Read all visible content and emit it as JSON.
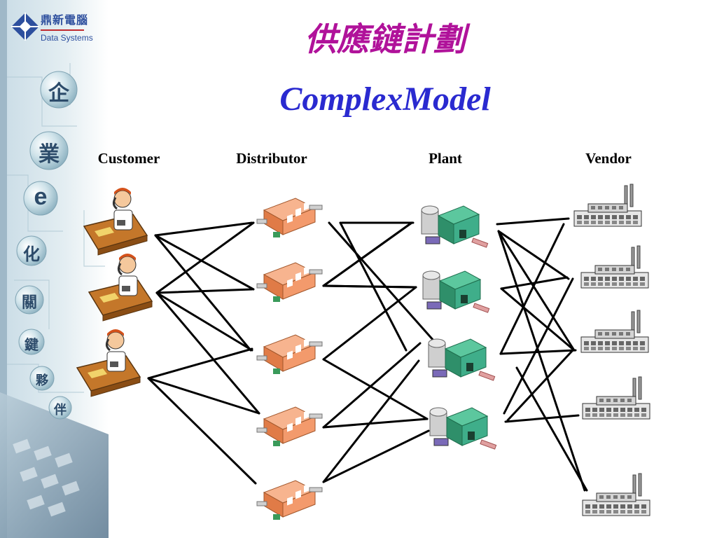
{
  "brand": {
    "name_zh": "鼎新電腦",
    "name_en": "Data Systems"
  },
  "sidebar": {
    "characters": [
      "企",
      "業",
      "e",
      "化",
      "關",
      "鍵",
      "夥",
      "伴"
    ]
  },
  "title": {
    "zh": "供應鏈計劃",
    "en": "ComplexModel"
  },
  "columns": [
    {
      "id": "customer",
      "label": "Customer",
      "icon": "person-on-phone-icon",
      "count": 3
    },
    {
      "id": "distributor",
      "label": "Distributor",
      "icon": "warehouse-icon",
      "count": 5
    },
    {
      "id": "plant",
      "label": "Plant",
      "icon": "plant-factory-icon",
      "count": 4
    },
    {
      "id": "vendor",
      "label": "Vendor",
      "icon": "vendor-factory-icon",
      "count": 5
    }
  ],
  "links": {
    "customer_distributor": [
      [
        0,
        0
      ],
      [
        0,
        1
      ],
      [
        0,
        2
      ],
      [
        1,
        0
      ],
      [
        1,
        1
      ],
      [
        1,
        2
      ],
      [
        1,
        3
      ],
      [
        2,
        2
      ],
      [
        2,
        3
      ],
      [
        2,
        4
      ]
    ],
    "distributor_plant": [
      [
        0,
        0
      ],
      [
        0,
        1
      ],
      [
        0,
        3
      ],
      [
        1,
        0
      ],
      [
        1,
        1
      ],
      [
        1,
        2
      ],
      [
        2,
        0
      ],
      [
        2,
        1
      ],
      [
        2,
        3
      ],
      [
        3,
        2
      ],
      [
        3,
        3
      ],
      [
        4,
        2
      ],
      [
        4,
        3
      ]
    ],
    "plant_vendor": [
      [
        0,
        0
      ],
      [
        0,
        1
      ],
      [
        0,
        2
      ],
      [
        0,
        4
      ],
      [
        1,
        1
      ],
      [
        1,
        2
      ],
      [
        2,
        0
      ],
      [
        2,
        2
      ],
      [
        2,
        4
      ],
      [
        3,
        1
      ],
      [
        3,
        3
      ],
      [
        3,
        4
      ]
    ]
  },
  "colors": {
    "title_zh": "#b0129a",
    "title_en": "#2a2ad0",
    "warehouse": "#f39a6c",
    "plant": "#3fae8a",
    "link": "#000000"
  }
}
